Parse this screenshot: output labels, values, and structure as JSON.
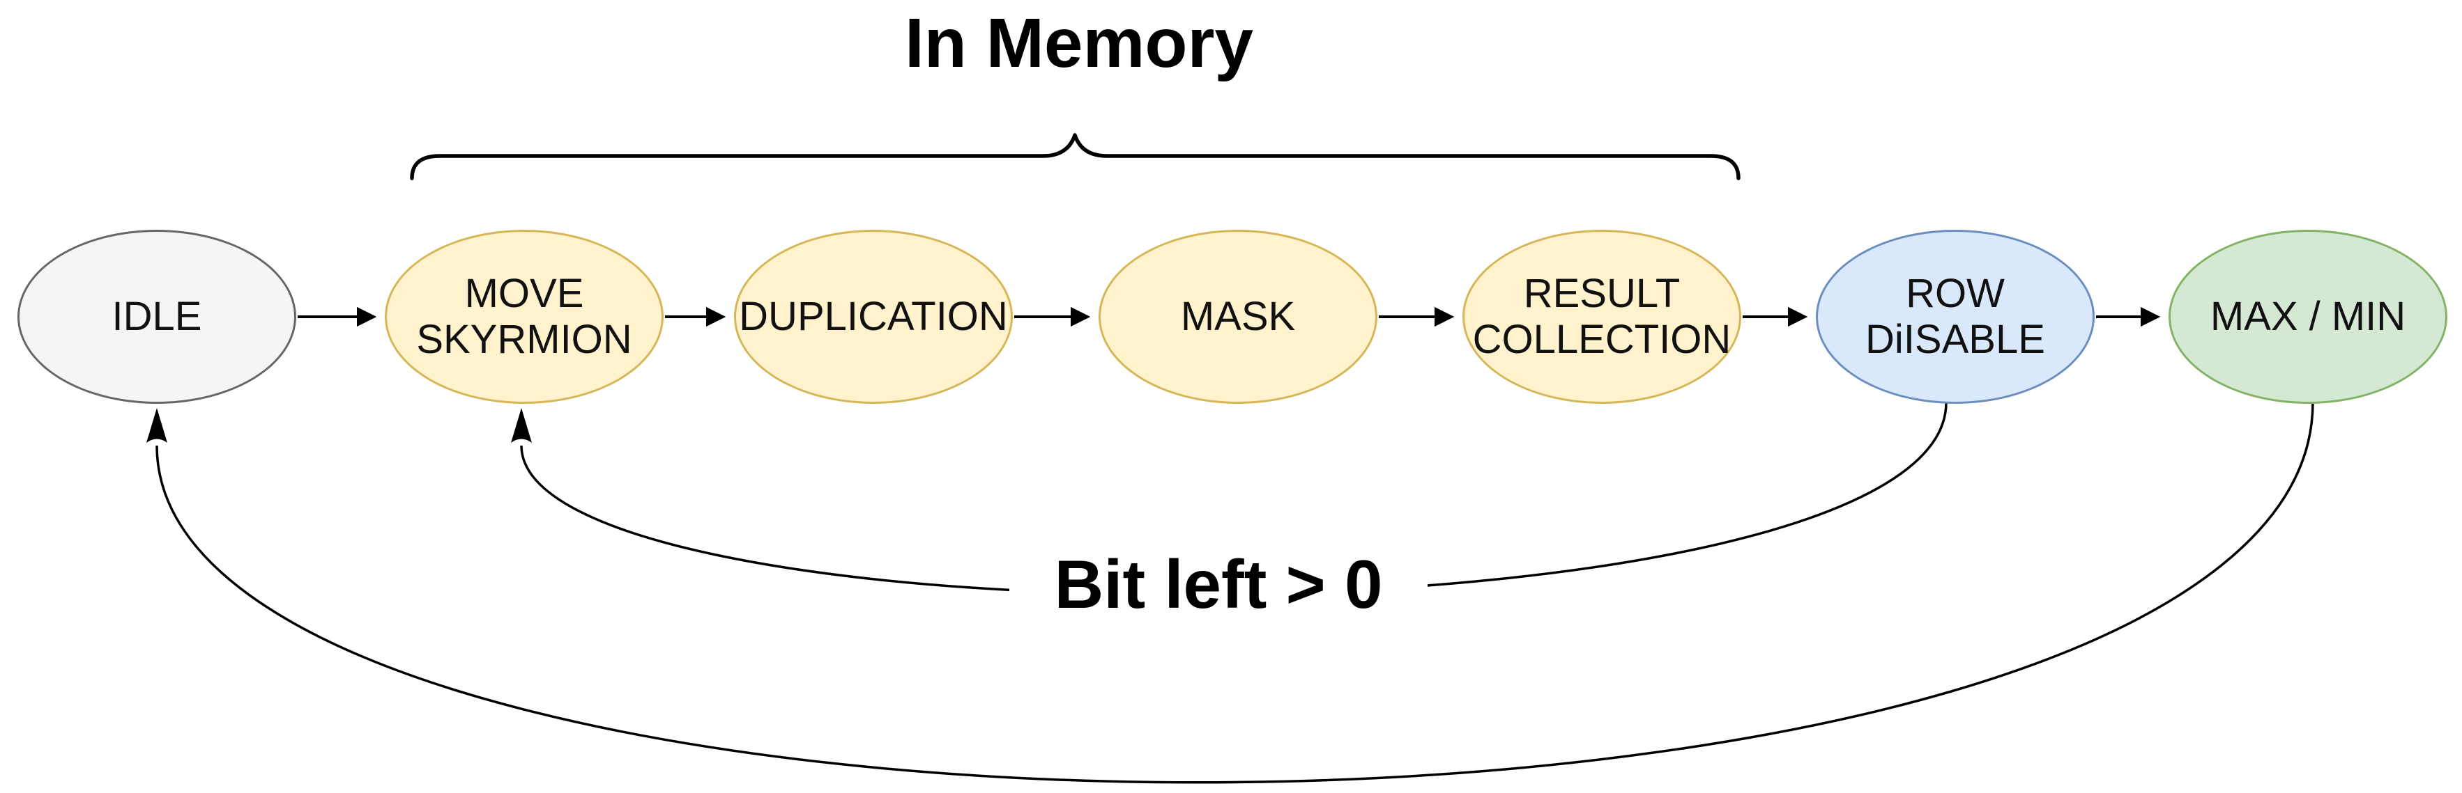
{
  "diagram": {
    "title": "In Memory",
    "loop_label": "Bit left > 0",
    "stroke_color": "#000000",
    "background_color": "#ffffff",
    "nodes": [
      {
        "id": "idle",
        "label": "IDLE",
        "fill": "#f5f5f5",
        "stroke": "#666666"
      },
      {
        "id": "move-skyrmion",
        "label": "MOVE\nSKYRMION",
        "fill": "#fff2cc",
        "stroke": "#d6b656"
      },
      {
        "id": "duplication",
        "label": "DUPLICATION",
        "fill": "#fff2cc",
        "stroke": "#d6b656"
      },
      {
        "id": "mask",
        "label": "MASK",
        "fill": "#fff2cc",
        "stroke": "#d6b656"
      },
      {
        "id": "result-collection",
        "label": "RESULT\nCOLLECTION",
        "fill": "#fff2cc",
        "stroke": "#d6b656"
      },
      {
        "id": "row-disable",
        "label": "ROW\nDiISABLE",
        "fill": "#dae8fc",
        "stroke": "#6c8ebf"
      },
      {
        "id": "max-min",
        "label": "MAX / MIN",
        "fill": "#d5e8d4",
        "stroke": "#82b366"
      }
    ],
    "edges": [
      {
        "from": "IDLE",
        "to": "MOVE SKYRMION"
      },
      {
        "from": "MOVE SKYRMION",
        "to": "DUPLICATION"
      },
      {
        "from": "DUPLICATION",
        "to": "MASK"
      },
      {
        "from": "MASK",
        "to": "RESULT COLLECTION"
      },
      {
        "from": "RESULT COLLECTION",
        "to": "ROW DiISABLE"
      },
      {
        "from": "ROW DiISABLE",
        "to": "MAX / MIN"
      },
      {
        "from": "ROW DiISABLE",
        "to": "MOVE SKYRMION",
        "label": "Bit left > 0"
      },
      {
        "from": "MAX / MIN",
        "to": "IDLE"
      }
    ],
    "brace": {
      "label": "In Memory",
      "covers": [
        "MOVE SKYRMION",
        "DUPLICATION",
        "MASK",
        "RESULT COLLECTION"
      ]
    }
  }
}
